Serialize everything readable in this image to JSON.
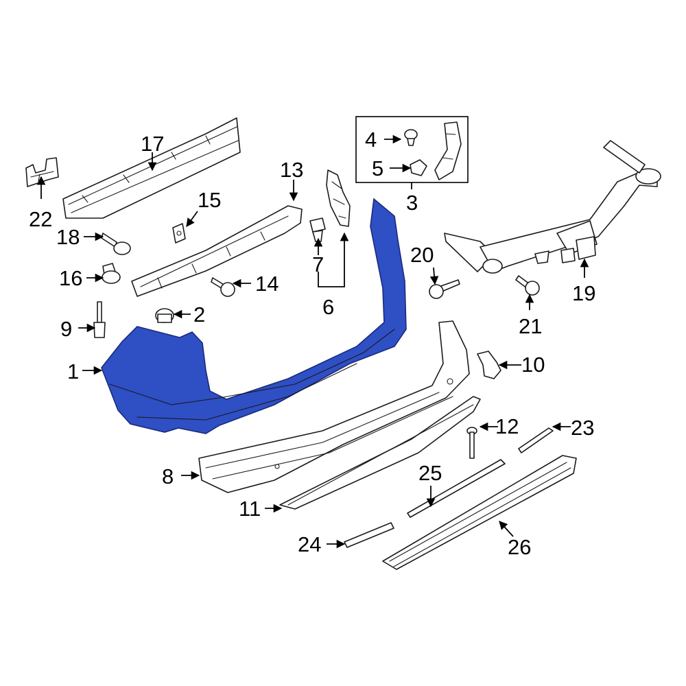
{
  "colors": {
    "highlight": "#2f4fc4",
    "highlight_stroke": "#1a2a7a",
    "line": "#1a1a1a",
    "background": "#ffffff"
  },
  "callouts": {
    "c1": "1",
    "c2": "2",
    "c3": "3",
    "c4": "4",
    "c5": "5",
    "c6": "6",
    "c7": "7",
    "c8": "8",
    "c9": "9",
    "c10": "10",
    "c11": "11",
    "c12": "12",
    "c13": "13",
    "c14": "14",
    "c15": "15",
    "c16": "16",
    "c17": "17",
    "c18": "18",
    "c19": "19",
    "c20": "20",
    "c21": "21",
    "c22": "22",
    "c23": "23",
    "c24": "24",
    "c25": "25",
    "c26": "26"
  },
  "highlighted_part": "1"
}
